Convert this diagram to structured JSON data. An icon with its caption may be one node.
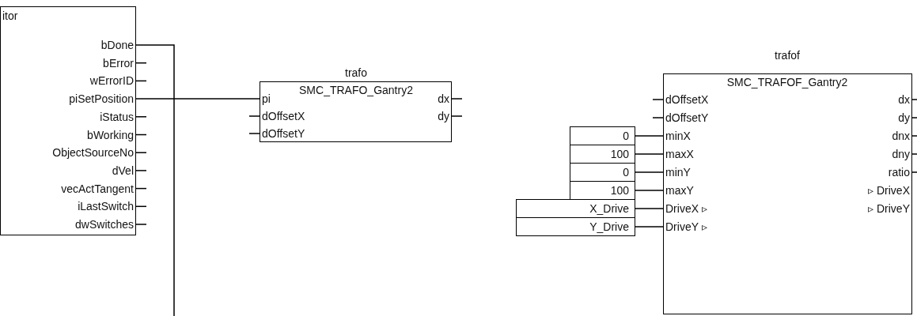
{
  "diagram": {
    "nodes": [
      {
        "text": [
          "itor",
          "bDone",
          "bError",
          "wErrorID",
          "piSetPosition",
          "iStatus",
          "bWorking",
          "ObjectSourceNo",
          "dVel",
          "vecActTangent",
          "iLastSwitch",
          "dwSwitches"
        ]
      },
      {
        "text": [
          "trafo",
          "SMC_TRAFO_Gantry2",
          "pi",
          "dOffsetX",
          "dOffsetY",
          "dx",
          "dy"
        ]
      },
      {
        "text": [
          "trafof",
          "SMC_TRAFOF_Gantry2",
          "dOffsetX",
          "dOffsetY",
          "minX",
          "maxX",
          "minY",
          "maxY",
          "DriveX ▹",
          "DriveY ▹",
          "dx",
          "dy",
          "dnx",
          "dny",
          "ratio",
          "▹ DriveX",
          "▹ DriveY"
        ]
      },
      {
        "text": [
          "0"
        ]
      },
      {
        "text": [
          "100"
        ]
      },
      {
        "text": [
          "0"
        ]
      },
      {
        "text": [
          "100"
        ]
      },
      {
        "text": [
          "X_Drive"
        ]
      },
      {
        "text": [
          "Y_Drive"
        ]
      }
    ],
    "edges": [
      {
        "from": 0,
        "to": 1,
        "arrow": "none"
      },
      {
        "from": 0,
        "to": null,
        "arrow": "none"
      },
      {
        "from": 3,
        "to": 2,
        "arrow": "none"
      },
      {
        "from": 4,
        "to": 2,
        "arrow": "none"
      },
      {
        "from": 5,
        "to": 2,
        "arrow": "none"
      },
      {
        "from": 6,
        "to": 2,
        "arrow": "none"
      },
      {
        "from": 7,
        "to": 2,
        "arrow": "none"
      },
      {
        "from": 8,
        "to": 2,
        "arrow": "none"
      }
    ]
  }
}
